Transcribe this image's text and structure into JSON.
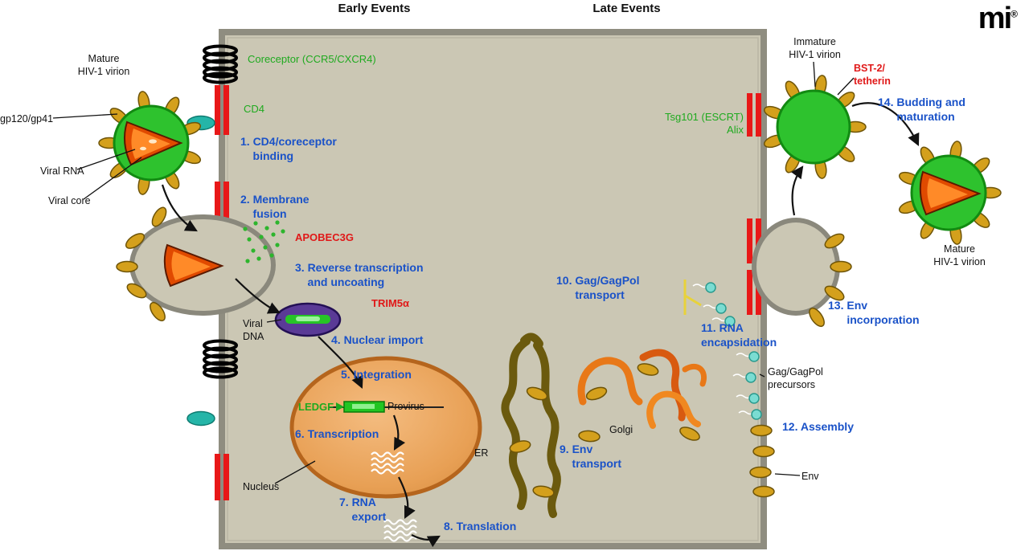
{
  "title": "HIV-1 replication cycle",
  "headers": {
    "early": "Early Events",
    "late": "Late Events"
  },
  "logo": {
    "text": "mi",
    "reg": "®"
  },
  "colors": {
    "step_blue": "#1a52c8",
    "green_label": "#1faa1f",
    "red_label": "#e01818",
    "cell_fill": "#cbc7b4",
    "virion_green": "#2ec22e",
    "core_orange": "#e04a00",
    "spike_gold": "#d4a01c",
    "membrane_red": "#e81818",
    "teal": "#25b5a8",
    "nucleus_orange": "#e8a055"
  },
  "labels": {
    "mature_virion_left": "Mature\nHIV-1 virion",
    "gp120": "gp120/gp41",
    "viral_rna": "Viral RNA",
    "viral_core": "Viral core",
    "coreceptor": "Coreceptor (CCR5/CXCR4)",
    "cd4": "CD4",
    "apobec3g": "APOBEC3G",
    "trim5a": "TRIM5α",
    "viral_dna": "Viral\nDNA",
    "ledgf": "LEDGF",
    "provirus": "Provirus",
    "nucleus": "Nucleus",
    "er": "ER",
    "golgi": "Golgi",
    "tsg101": "Tsg101 (ESCRT)\nAlix",
    "bst2": "BST-2/\ntetherin",
    "immature_virion": "Immature\nHIV-1 virion",
    "mature_virion_right": "Mature\nHIV-1 virion",
    "gag_precursors": "Gag/GagPol\nprecursors",
    "env": "Env"
  },
  "steps": {
    "s1": "1. CD4/coreceptor\n    binding",
    "s2": "2. Membrane\n    fusion",
    "s3": "3. Reverse transcription\n    and uncoating",
    "s4": "4. Nuclear import",
    "s5": "5. Integration",
    "s6": "6. Transcription",
    "s7": "7. RNA\n    export",
    "s8": "8. Translation",
    "s9": "9. Env\n    transport",
    "s10": "10. Gag/GagPol\n      transport",
    "s11": "11. RNA\nencapsidation",
    "s12": "12. Assembly",
    "s13": "13. Env\n      incorporation",
    "s14": "14. Budding and\n      maturation"
  }
}
